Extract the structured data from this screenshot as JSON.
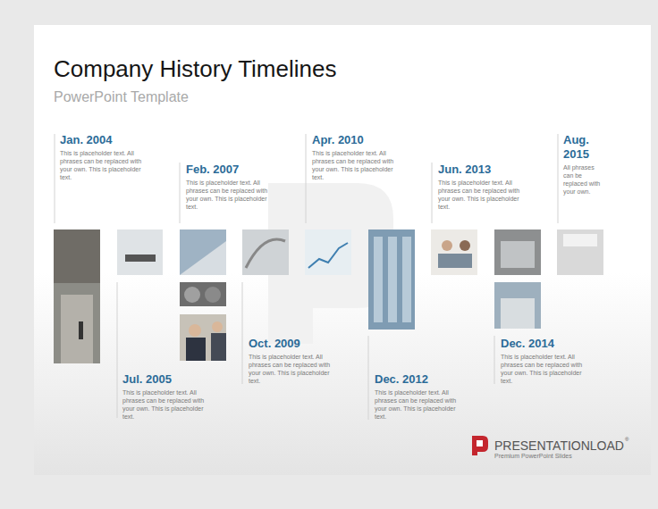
{
  "diagram": {
    "title": "Company History Timelines",
    "labels": [
      "PowerPoint Template",
      "Jan. 2004",
      "This is placeholder text. All phrases can be replaced with your own. This is placeholder text.",
      "Feb. 2007",
      "This is placeholder text. All phrases can be replaced with your own. This is placeholder text.",
      "Apr. 2010",
      "This is placeholder text. All phrases can be replaced with your own. This is placeholder text.",
      "Jun. 2013",
      "This is placeholder text. All phrases can be replaced with your own. This is placeholder text.",
      "Aug. 2015",
      "All phrases can be replaced with your own.",
      "Jul. 2005",
      "This is placeholder text. All phrases can be replaced with your own. This is placeholder text.",
      "Oct. 2009",
      "This is placeholder text. All phrases can be replaced with your own. This is placeholder text.",
      "Dec. 2012",
      "This is placeholder text. All phrases can be replaced with your own. This is placeholder text.",
      "Dec. 2014",
      "This is placeholder text. All phrases can be replaced with your own. This is placeholder text.",
      "PRESENTATIONLOAD",
      "®",
      "Premium PowerPoint Slides"
    ]
  }
}
